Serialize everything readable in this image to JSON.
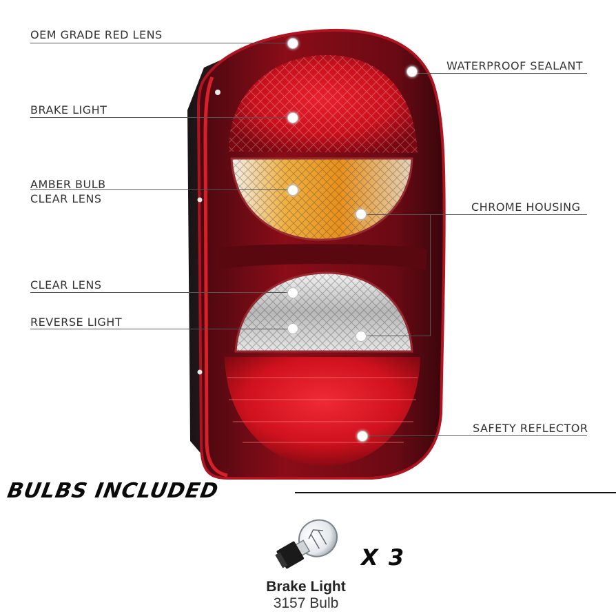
{
  "callouts": {
    "oem_lens": "OEM GRADE RED LENS",
    "waterproof": "WATERPROOF SEALANT",
    "brake_light": "BRAKE LIGHT",
    "amber_bulb": "AMBER BULB",
    "clear_lens_1": "CLEAR LENS",
    "chrome_housing": "CHROME HOUSING",
    "clear_lens_2": "CLEAR LENS",
    "reverse_light": "REVERSE LIGHT",
    "safety_reflector": "SAFETY REFLECTOR"
  },
  "bulbs": {
    "title": "BULBS INCLUDED",
    "quantity": "X 3",
    "name": "Brake Light",
    "type": "3157 Bulb"
  },
  "colors": {
    "lens_red": "#c8101c",
    "housing_dark": "#2a0a0e",
    "amber": "#e8901a",
    "chrome": "#d8d8d8"
  }
}
